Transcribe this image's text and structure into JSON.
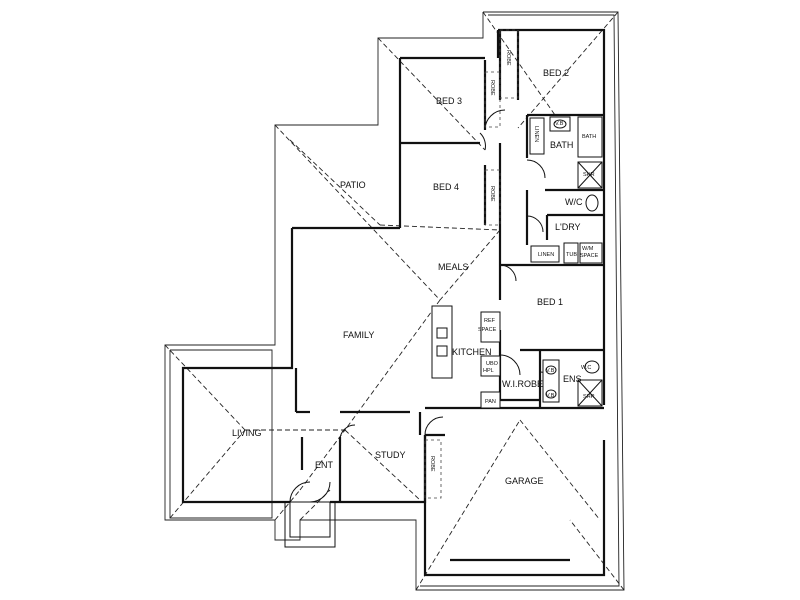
{
  "rooms": {
    "bed2": "BED 2",
    "bed3": "BED 3",
    "bed4": "BED 4",
    "bed1": "BED 1",
    "patio": "PATIO",
    "meals": "MEALS",
    "family": "FAMILY",
    "kitchen": "KITCHEN",
    "living": "LIVING",
    "ent": "ENT",
    "study": "STUDY",
    "garage": "GARAGE",
    "bath": "BATH",
    "wc": "W/C",
    "ldry": "L'DRY",
    "wirobe": "W.I.ROBE",
    "ens": "ENS"
  },
  "fixtures": {
    "robe_bed2": "ROBE",
    "robe_bed3": "ROBE",
    "robe_bed4": "ROBE",
    "robe_study": "ROBE",
    "linen_hall": "LINEN",
    "linen_ldry": "LINEN",
    "vb_bath": "V.B",
    "bath_tub": "BATH",
    "shr_bath": "SHR",
    "tub": "TUB",
    "wm_space": "W/M SPACE",
    "ref_space": "REF SPACE",
    "ubo_hpl": "UBO HPL",
    "pan": "PAN",
    "vb_ens_1": "V.B",
    "vb_ens_2": "V.B",
    "wc_ens": "W.C",
    "shr_ens": "SHR"
  }
}
